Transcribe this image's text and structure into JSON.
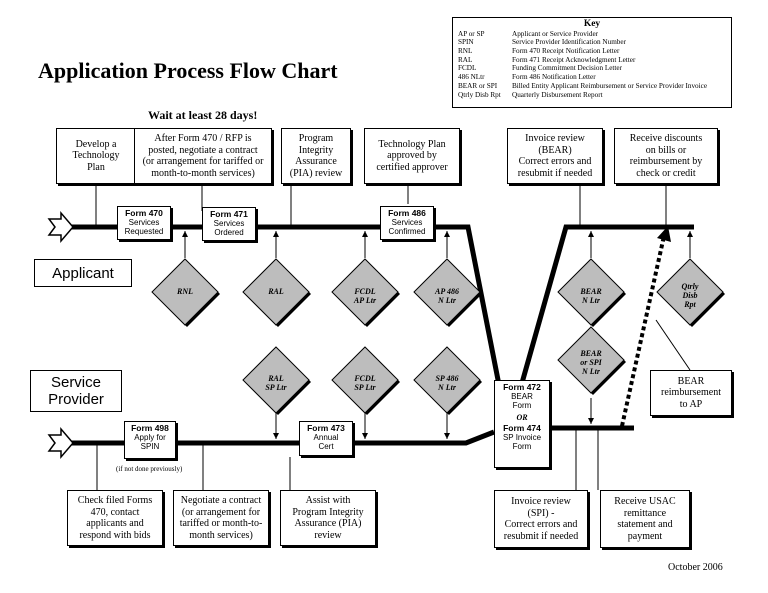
{
  "title": "Application Process Flow Chart",
  "wait_note": "Wait at least 28 days!",
  "date": "October 2006",
  "key": {
    "heading": "Key",
    "entries": [
      {
        "abbr": "AP or SP",
        "def": "Applicant or Service Provider"
      },
      {
        "abbr": "SPIN",
        "def": "Service Provider Identification Number"
      },
      {
        "abbr": "RNL",
        "def": "Form 470 Receipt Notification Letter"
      },
      {
        "abbr": "RAL",
        "def": "Form 471 Receipt Acknowledgment Letter"
      },
      {
        "abbr": "FCDL",
        "def": "Funding Commitment Decision Letter"
      },
      {
        "abbr": "486 NLtr",
        "def": "Form 486 Notification Letter"
      },
      {
        "abbr": "BEAR or SPI",
        "def": "Billed Entity Applicant Reimbursement or Service Provider Invoice"
      },
      {
        "abbr": "Qtrly Disb Rpt",
        "def": "Quarterly Disbursement Report"
      }
    ]
  },
  "lanes": {
    "applicant": "Applicant",
    "provider": "Service\nProvider"
  },
  "top_boxes": [
    "Develop a\nTechnology\nPlan",
    "After Form 470 / RFP is\nposted, negotiate a contract\n(or arrangement for tariffed or\nmonth-to-month services)",
    "Program\nIntegrity\nAssurance\n(PIA) review",
    "Technology Plan\napproved by\ncertified approver",
    "Invoice review\n(BEAR)\nCorrect errors and\nresubmit if needed",
    "Receive discounts\non bills or\nreimbursement by\ncheck or credit"
  ],
  "bottom_boxes": [
    "Check filed Forms\n470, contact\napplicants and\nrespond with bids",
    "Negotiate a contract\n(or arrangement for\ntariffed or month-to-\nmonth services)",
    "Assist with\nProgram Integrity\nAssurance (PIA)\nreview",
    "Invoice review\n(SPI) -\nCorrect errors and\nresubmit if needed",
    "Receive USAC\nremittance\nstatement and\npayment"
  ],
  "bear_reimb": "BEAR\nreimbursement\nto AP",
  "forms": {
    "f470": {
      "num": "Form 470",
      "sub": "Services\nRequested"
    },
    "f471": {
      "num": "Form 471",
      "sub": "Services\nOrdered"
    },
    "f486": {
      "num": "Form 486",
      "sub": "Services\nConfirmed"
    },
    "f498": {
      "num": "Form 498",
      "sub": "Apply for\nSPIN"
    },
    "f473": {
      "num": "Form 473",
      "sub": "Annual\nCert"
    },
    "f472": {
      "num": "Form 472",
      "sub": "BEAR\nForm"
    },
    "or_text": "OR",
    "f474": {
      "num": "Form 474",
      "sub": "SP Invoice\nForm"
    }
  },
  "f498_note": "(if not done previously)",
  "diamonds": [
    "RNL",
    "RAL",
    "FCDL\nAP Ltr",
    "AP 486\nN Ltr",
    "BEAR\nN Ltr",
    "Qtrly\nDisb\nRpt",
    "RAL\nSP Ltr",
    "FCDL\nSP Ltr",
    "SP 486\nN Ltr",
    "BEAR\nor SPI\nN Ltr"
  ]
}
